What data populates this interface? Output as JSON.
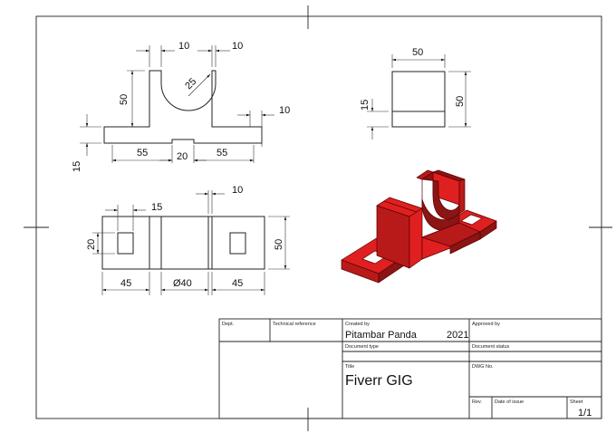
{
  "drawing": {
    "front_view": {
      "dims": {
        "top_left": "10",
        "top_right": "10",
        "radius": "25",
        "height": "50",
        "side": "10",
        "base": "15",
        "bottom_left": "55",
        "bottom_mid": "20",
        "bottom_right": "55"
      }
    },
    "side_view": {
      "dims": {
        "width": "50",
        "height": "50",
        "base": "15"
      }
    },
    "top_view": {
      "dims": {
        "slot": "15",
        "top": "10",
        "slot_height": "20",
        "depth": "50",
        "left": "45",
        "bore": "Ø40",
        "right": "45"
      }
    },
    "iso_color": "#e02020"
  },
  "title_block": {
    "dept_label": "Dept.",
    "tech_ref_label": "Technical reference",
    "created_by_label": "Created by",
    "created_by": "Pitambar Panda",
    "year": "2021",
    "approved_by_label": "Approved by",
    "doc_type_label": "Document type",
    "doc_status_label": "Document status",
    "title_label": "Title",
    "title": "Fiverr GIG",
    "dwg_no_label": "DWG No.",
    "rev_label": "Rev.",
    "date_label": "Date of issue",
    "sheet_label": "Sheet",
    "sheet": "1/1"
  }
}
